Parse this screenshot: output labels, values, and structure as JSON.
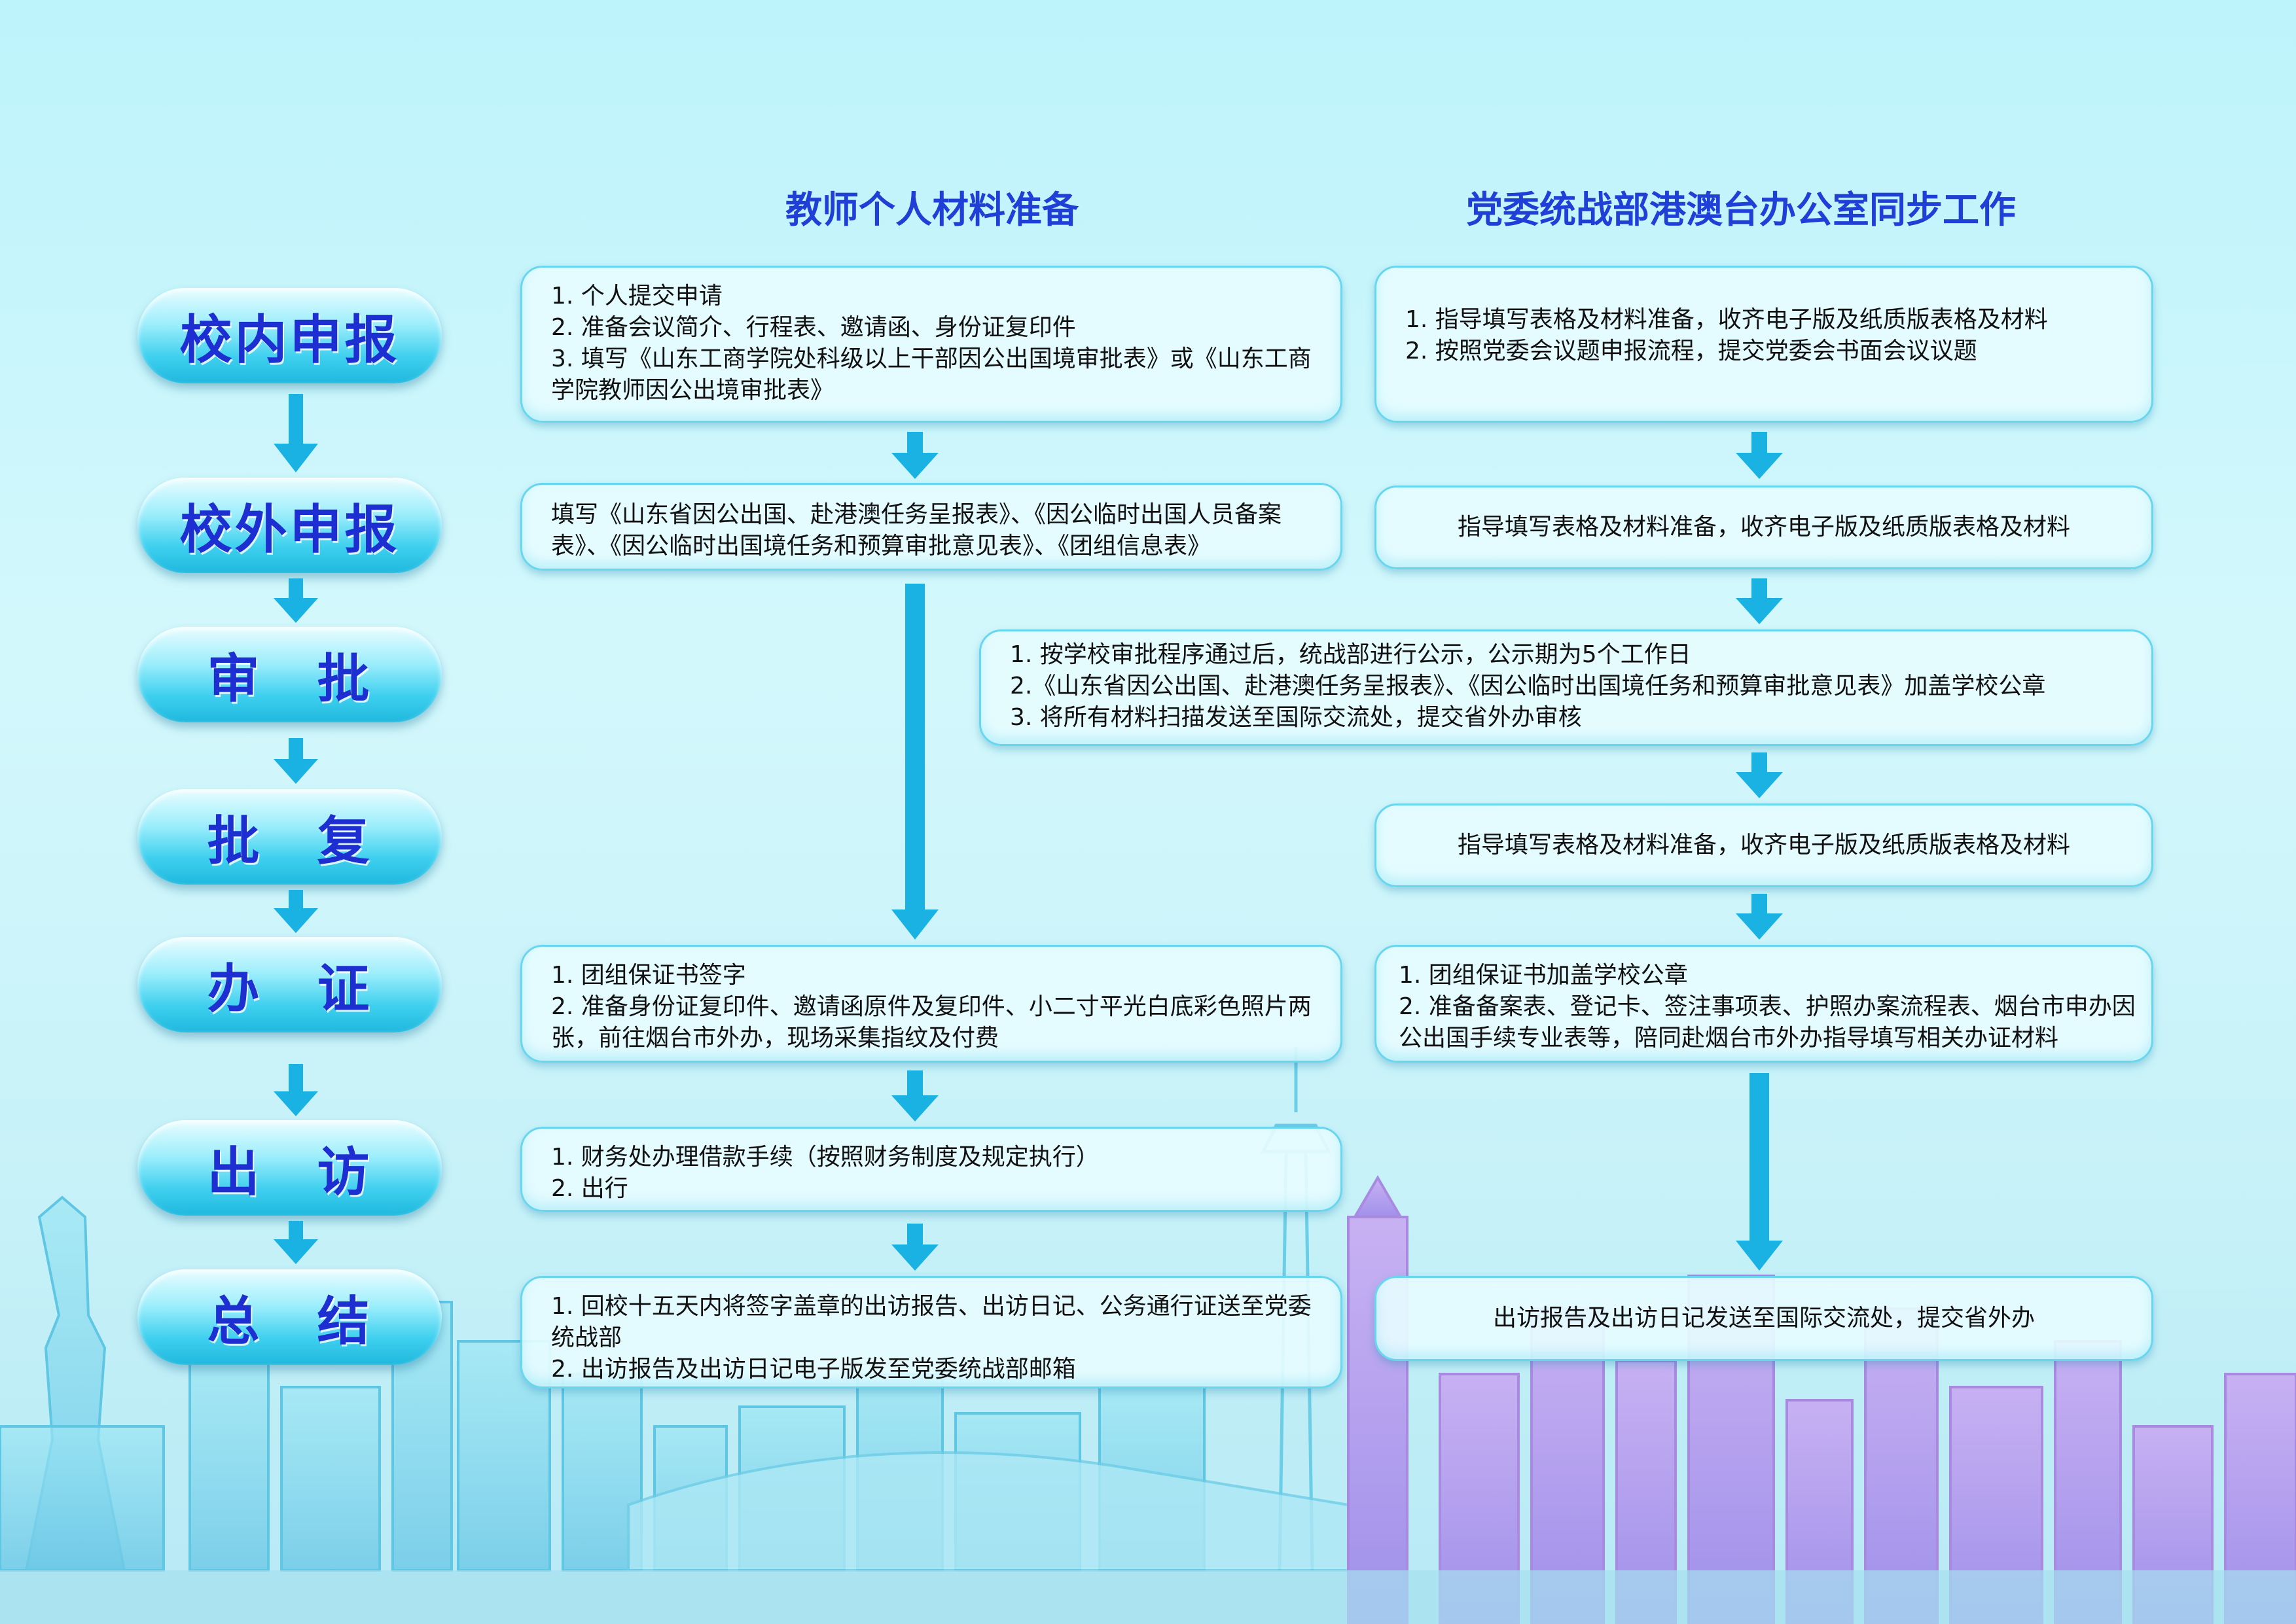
{
  "columns": {
    "left_title": "教师个人材料准备",
    "right_title": "党委统战部港澳台办公室同步工作"
  },
  "stages": [
    "校内申报",
    "校外申报",
    "审　批",
    "批　复",
    "办　证",
    "出　访",
    "总　结"
  ],
  "left_boxes": {
    "internal": [
      "1. 个人提交申请",
      "2.  准备会议简介、行程表、邀请函、身份证复印件",
      "3.  填写《山东工商学院处科级以上干部因公出国境审批表》或《山东工商学院教师因公出境审批表》"
    ],
    "external": [
      "填写《山东省因公出国、赴港澳任务呈报表》、《因公临时出国人员备案表》、《因公临时出国境任务和预算审批意见表》、《团组信息表》"
    ],
    "certificate": [
      "1. 团组保证书签字",
      "2. 准备身份证复印件、邀请函原件及复印件、小二寸平光白底彩色照片两张，前往烟台市外办，现场采集指纹及付费"
    ],
    "visit": [
      "1. 财务处办理借款手续（按照财务制度及规定执行）",
      "2. 出行"
    ],
    "summary": [
      "1. 回校十五天内将签字盖章的出访报告、出访日记、公务通行证送至党委统战部",
      "2. 出访报告及出访日记电子版发至党委统战部邮箱"
    ]
  },
  "right_boxes": {
    "internal": [
      "1.  指导填写表格及材料准备，收齐电子版及纸质版表格及材料",
      "2.  按照党委会议题申报流程，提交党委会书面会议议题"
    ],
    "external": [
      "指导填写表格及材料准备，收齐电子版及纸质版表格及材料"
    ],
    "approval": [
      "1. 按学校审批程序通过后，统战部进行公示，公示期为5个工作日",
      "2.《山东省因公出国、赴港澳任务呈报表》、《因公临时出国境任务和预算审批意见表》加盖学校公章",
      "3. 将所有材料扫描发送至国际交流处，提交省外办审核"
    ],
    "reply": [
      "指导填写表格及材料准备，收齐电子版及纸质版表格及材料"
    ],
    "certificate": [
      "1. 团组保证书加盖学校公章",
      "2.  准备备案表、登记卡、签注事项表、护照办案流程表、烟台市申办因公出国手续专业表等，陪同赴烟台市外办指导填写相关办证材料"
    ],
    "summary": [
      "出访报告及出访日记发送至国际交流处，提交省外办"
    ]
  },
  "colors": {
    "stage_text": "#1d2fd0",
    "title_text": "#1f3fd6",
    "arrow": "#1ab1e3",
    "box_border": "#68d6ee"
  }
}
